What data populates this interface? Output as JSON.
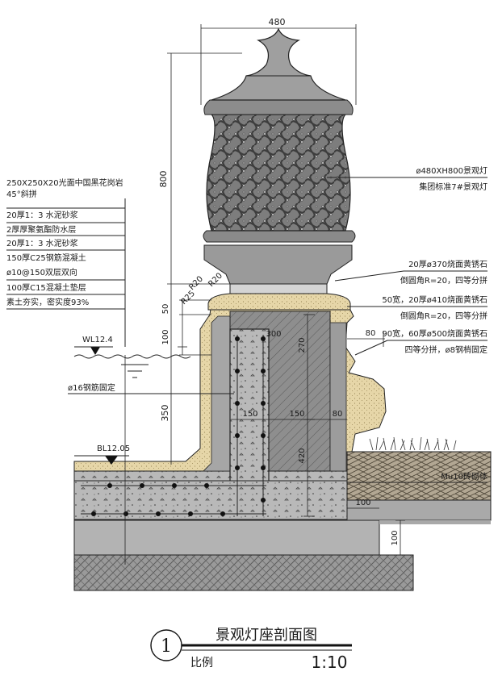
{
  "dims": {
    "top_width": "480",
    "lamp_height": "800",
    "d50": "50",
    "d100_left": "100",
    "d350": "350",
    "d300": "300",
    "d270": "270",
    "d420": "420",
    "d150_a": "150",
    "d150_b": "150",
    "d80_top": "80",
    "d80_mid": "80",
    "d100_bottom": "100",
    "d100_right": "100",
    "r20_a": "R20",
    "r20_b": "R20",
    "r25": "R25"
  },
  "water_level": "WL12.4",
  "bottom_level": "BL12.05",
  "left_labels": {
    "granite_1": "250X250X20光面中国黑花岗岩",
    "granite_2": "45°斜拼",
    "layers": [
      "20厚1：3  水泥砂浆",
      "2厚厚聚氨酯防水层",
      "20厚1：3  水泥砂浆",
      "150厚C25钢筋混凝土",
      "ø10@150双层双向",
      "100厚C15混凝土垫层",
      "素土夯实，密实度93%"
    ],
    "rebar_fix": "ø16钢筋固定"
  },
  "right_labels": {
    "lamp_1": "ø480XH800景观灯",
    "lamp_2": "集团标准7#景观灯",
    "stone1_1": "20厚ø370烧面黄锈石",
    "stone1_2": "倒圆角R=20，四等分拼",
    "stone2_1": "50宽，20厚ø410烧面黄锈石",
    "stone2_2": "倒圆角R=20，四等分拼",
    "stone3_1": "90宽，60厚ø500烧面黄锈石",
    "stone3_2": "四等分拼，ø8钢梢固定",
    "brick": "Mu10砖砌体"
  },
  "title": {
    "number": "1",
    "name": "景观灯座剖面图",
    "scale_label": "比例",
    "scale_value": "1:10"
  }
}
